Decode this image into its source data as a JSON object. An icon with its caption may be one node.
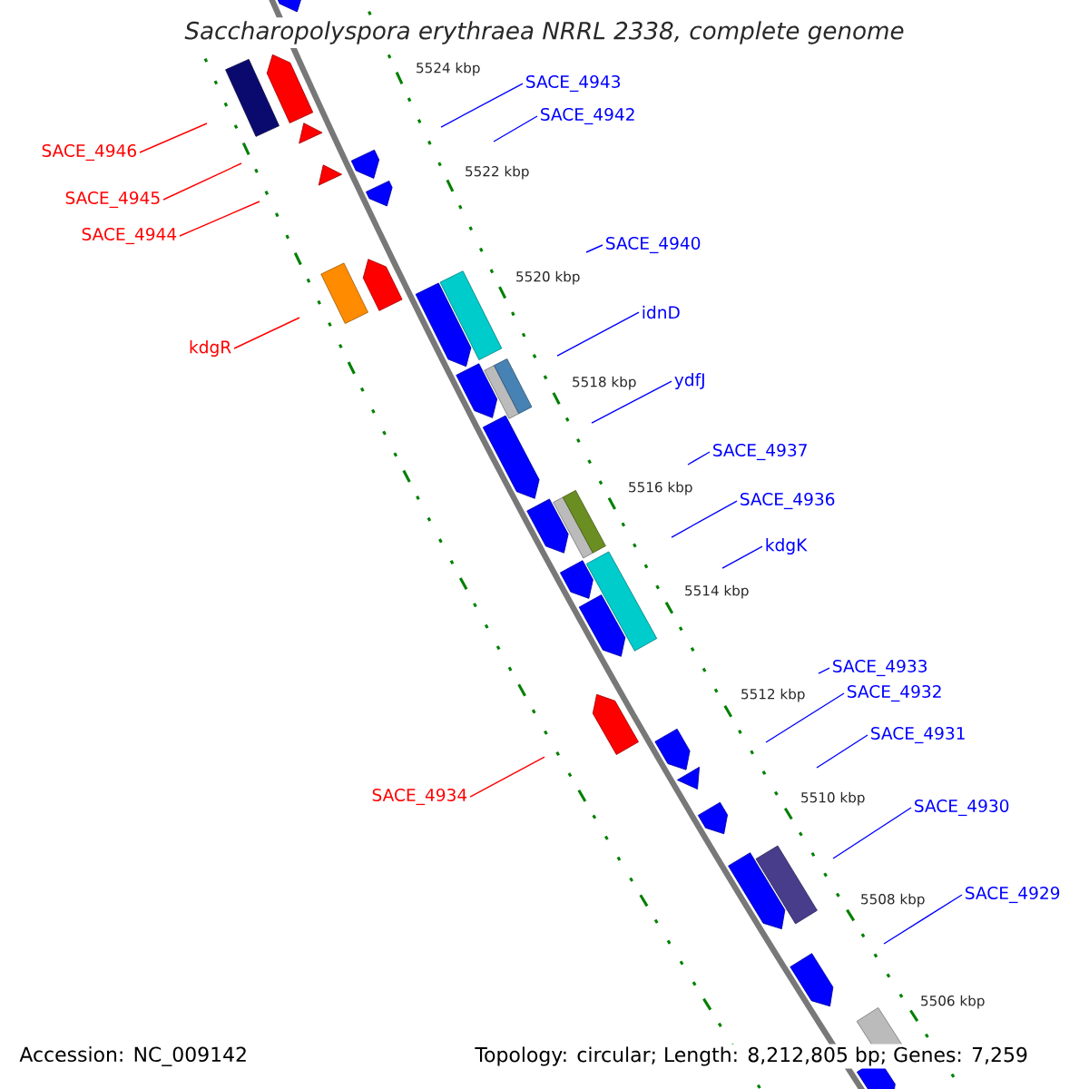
{
  "diagram": {
    "title": "Saccharopolyspora erythraea NRRL 2338, complete genome",
    "nodes": [
      {
        "text": [
          "SACE_4943"
        ]
      },
      {
        "text": [
          "SACE_4942"
        ]
      },
      {
        "text": [
          "SACE_4946"
        ]
      },
      {
        "text": [
          "SACE_4945"
        ]
      },
      {
        "text": [
          "SACE_4944"
        ]
      },
      {
        "text": [
          "SACE_4940"
        ]
      },
      {
        "text": [
          "idnD"
        ]
      },
      {
        "text": [
          "kdgR"
        ]
      },
      {
        "text": [
          "ydfJ"
        ]
      },
      {
        "text": [
          "SACE_4937"
        ]
      },
      {
        "text": [
          "SACE_4936"
        ]
      },
      {
        "text": [
          "kdgK"
        ]
      },
      {
        "text": [
          "SACE_4933"
        ]
      },
      {
        "text": [
          "SACE_4932"
        ]
      },
      {
        "text": [
          "SACE_4931"
        ]
      },
      {
        "text": [
          "SACE_4934"
        ]
      },
      {
        "text": [
          "SACE_4930"
        ]
      },
      {
        "text": [
          "SACE_4929"
        ]
      }
    ],
    "edges": [
      {
        "from": 0,
        "to": null,
        "arrow": "none"
      },
      {
        "from": 1,
        "to": null,
        "arrow": "none"
      },
      {
        "from": 2,
        "to": null,
        "arrow": "none",
        "color": "#ff0000"
      },
      {
        "from": 3,
        "to": null,
        "arrow": "none",
        "color": "#ff0000"
      },
      {
        "from": 4,
        "to": null,
        "arrow": "none",
        "color": "#ff0000"
      },
      {
        "from": 5,
        "to": null,
        "arrow": "none"
      },
      {
        "from": 6,
        "to": null,
        "arrow": "none"
      },
      {
        "from": 7,
        "to": null,
        "arrow": "none",
        "color": "#ff0000"
      },
      {
        "from": 8,
        "to": null,
        "arrow": "none"
      },
      {
        "from": 9,
        "to": null,
        "arrow": "none"
      },
      {
        "from": 10,
        "to": null,
        "arrow": "none"
      },
      {
        "from": 11,
        "to": null,
        "arrow": "none"
      },
      {
        "from": 12,
        "to": null,
        "arrow": "none"
      },
      {
        "from": 13,
        "to": null,
        "arrow": "none"
      },
      {
        "from": 14,
        "to": null,
        "arrow": "none"
      },
      {
        "from": 15,
        "to": null,
        "arrow": "none",
        "color": "#ff0000"
      },
      {
        "from": 16,
        "to": null,
        "arrow": "none"
      },
      {
        "from": 17,
        "to": null,
        "arrow": "none"
      }
    ],
    "labels": [
      "5524 kbp",
      "5522 kbp",
      "5520 kbp",
      "5518 kbp",
      "5516 kbp",
      "5514 kbp",
      "5512 kbp",
      "5510 kbp",
      "5508 kbp",
      "5506 kbp",
      "Accession: NC_009142",
      "Topology: circular; Length: 8,212,805 bp; Genes: 7,259"
    ]
  }
}
